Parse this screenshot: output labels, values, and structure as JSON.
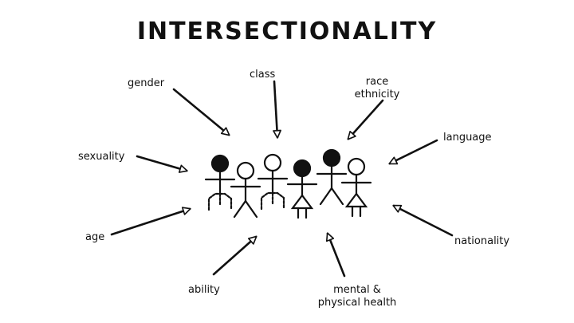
{
  "title": "INTERSECTIONALITY",
  "labels": {
    "gender": "gender",
    "class": "class",
    "race_line1": "race",
    "race_line2": "ethnicity",
    "language": "language",
    "sexuality": "sexuality",
    "age": "age",
    "nationality": "nationality",
    "ability": "ability",
    "health_line1": "mental &",
    "health_line2": "physical health"
  },
  "figures": [
    {
      "head": "filled",
      "body": "pants"
    },
    {
      "head": "outline",
      "body": "legs"
    },
    {
      "head": "outline",
      "body": "pants"
    },
    {
      "head": "filled",
      "body": "dress"
    },
    {
      "head": "filled",
      "body": "legs"
    },
    {
      "head": "outline",
      "body": "dress"
    }
  ]
}
